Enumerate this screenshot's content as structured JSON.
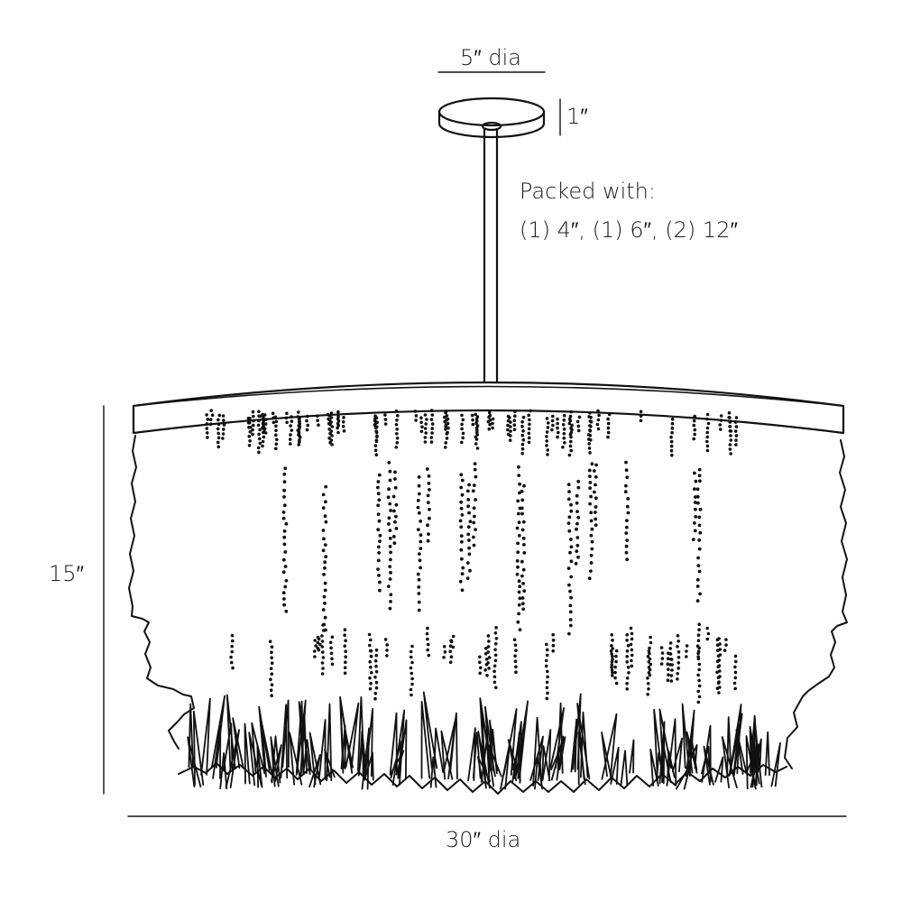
{
  "dimensions": {
    "canopy_diameter": "5″ dia",
    "canopy_height": "1″",
    "height": "15″",
    "diameter": "30″ dia"
  },
  "packing_note": {
    "line1": "Packed with:",
    "line2": "(1) 4″, (1) 6″, (2) 12″"
  }
}
